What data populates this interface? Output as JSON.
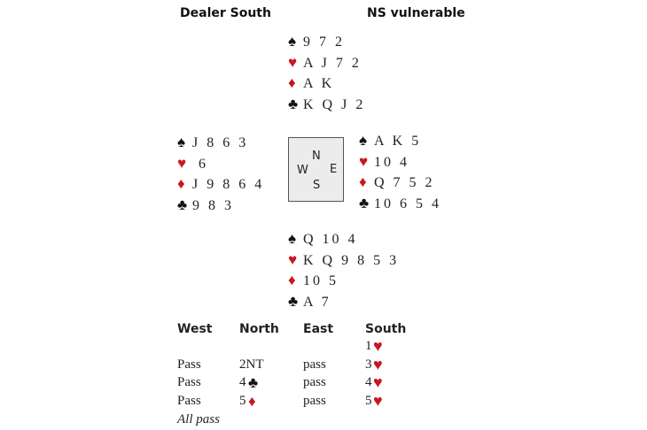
{
  "header": {
    "dealer": "Dealer South",
    "vulnerability": "NS vulnerable"
  },
  "suit_symbols": {
    "spade": "♠",
    "heart": "♥",
    "diamond": "♦",
    "club": "♣"
  },
  "colors": {
    "red": "#c8171e",
    "black": "#111111"
  },
  "hands": {
    "north": [
      {
        "suit": "♠",
        "cards": "9 7 2"
      },
      {
        "suit": "♥",
        "cards": "A J 7 2"
      },
      {
        "suit": "♦",
        "cards": "A K"
      },
      {
        "suit": "♣",
        "cards": "K Q J 2"
      }
    ],
    "west": [
      {
        "suit": "♠",
        "cards": "J 8 6 3"
      },
      {
        "suit": "♥",
        "cards": " 6"
      },
      {
        "suit": "♦",
        "cards": "J 9 8 6 4"
      },
      {
        "suit": "♣",
        "cards": "9 8 3"
      }
    ],
    "east": [
      {
        "suit": "♠",
        "cards": "A K 5"
      },
      {
        "suit": "♥",
        "cards": "10 4"
      },
      {
        "suit": "♦",
        "cards": "Q 7 5 2"
      },
      {
        "suit": "♣",
        "cards": "10 6 5 4"
      }
    ],
    "south": [
      {
        "suit": "♠",
        "cards": "Q 10 4"
      },
      {
        "suit": "♥",
        "cards": "K Q 9 8 5 3"
      },
      {
        "suit": "♦",
        "cards": "10 5"
      },
      {
        "suit": "♣",
        "cards": "A 7"
      }
    ]
  },
  "compass": {
    "n": "N",
    "e": "E",
    "s": "S",
    "w": "W"
  },
  "auction": {
    "headers": [
      "West",
      "North",
      "East",
      "South"
    ],
    "rows": [
      [
        "",
        "",
        "",
        "1",
        "♥"
      ],
      [
        "Pass",
        "2NT",
        "pass",
        "3",
        "♥"
      ],
      [
        "Pass",
        "4♣",
        "pass",
        "4",
        "♥"
      ],
      [
        "Pass",
        "5♦",
        "pass",
        "5",
        "♥"
      ]
    ],
    "north_bids": [
      {
        "level": "",
        "suit": ""
      },
      {
        "level": "2NT",
        "suit": ""
      },
      {
        "level": "4",
        "suit": "♣"
      },
      {
        "level": "5",
        "suit": "♦"
      }
    ],
    "final": "All pass"
  }
}
